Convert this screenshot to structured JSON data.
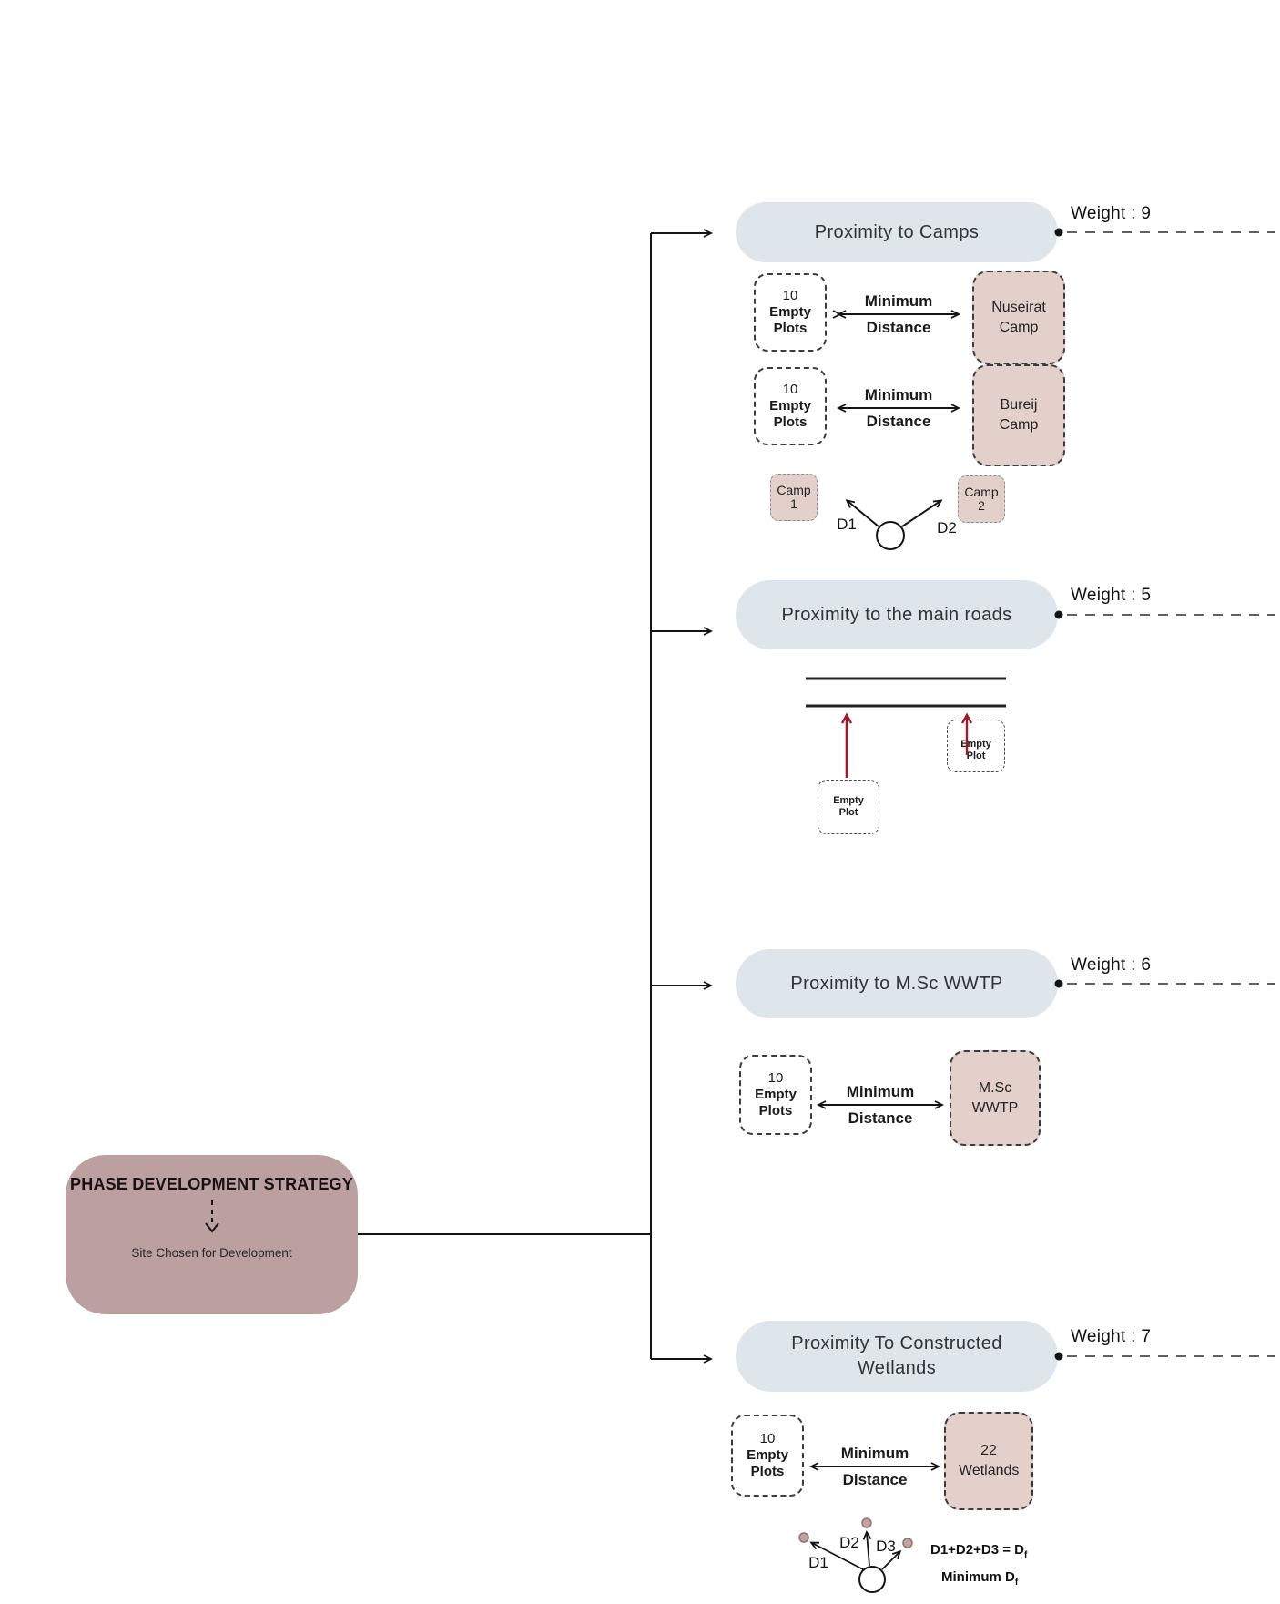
{
  "root": {
    "title": "PHASE DEVELOPMENT STRATEGY",
    "subtitle": "Site Chosen for Development"
  },
  "branches": [
    {
      "title": "Proximity to Camps",
      "weight": "Weight : 9"
    },
    {
      "title": "Proximity to the main roads",
      "weight": "Weight : 5"
    },
    {
      "title": "Proximity to M.Sc WWTP",
      "weight": "Weight : 6"
    },
    {
      "title": "Proximity To Constructed Wetlands",
      "weight": "Weight : 7"
    }
  ],
  "camps": {
    "rows": [
      {
        "plot_count": "10",
        "plot_label": "Empty Plots",
        "dist_top": "Minimum",
        "dist_bottom": "Distance",
        "target": "Nuseirat Camp"
      },
      {
        "plot_count": "10",
        "plot_label": "Empty Plots",
        "dist_top": "Minimum",
        "dist_bottom": "Distance",
        "target": "Bureij Camp"
      }
    ],
    "mini": {
      "camp1": "Camp 1",
      "camp2": "Camp 2",
      "d1": "D1",
      "d2": "D2"
    }
  },
  "roads": {
    "plot_far": "Empty Plot",
    "plot_near": "Empty Plot"
  },
  "wwtp": {
    "plot_count": "10",
    "plot_label": "Empty Plots",
    "dist_top": "Minimum",
    "dist_bottom": "Distance",
    "target": "M.Sc WWTP"
  },
  "wetlands": {
    "plot_count": "10",
    "plot_label": "Empty Plots",
    "dist_top": "Minimum",
    "dist_bottom": "Distance",
    "target": "22 Wetlands",
    "mini": {
      "d1": "D1",
      "d2": "D2",
      "d3": "D3",
      "formula_main": "D1+D2+D3 = D",
      "formula_sub": "f",
      "minimum_main": "Minimum D",
      "minimum_sub": "f"
    }
  },
  "colors": {
    "pill_fill": "#dee6ec",
    "target_fill": "#e4d0cb",
    "root_fill": "#bca0a0",
    "arrow_red": "#a01a28",
    "line_black": "#141414"
  }
}
